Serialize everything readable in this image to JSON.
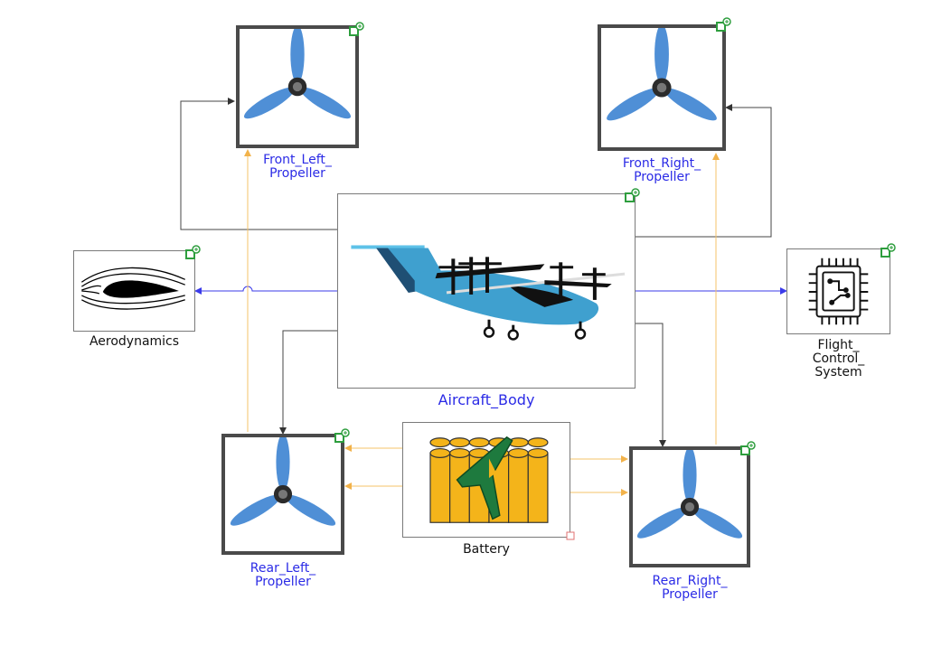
{
  "blocks": {
    "front_left_propeller": {
      "label": "Front_Left_\nPropeller"
    },
    "front_right_propeller": {
      "label": "Front_Right_\nPropeller"
    },
    "aerodynamics": {
      "label": "Aerodynamics"
    },
    "aircraft_body": {
      "label": "Aircraft_Body"
    },
    "flight_control_system": {
      "label": "Flight_\nControl_\nSystem"
    },
    "rear_left_propeller": {
      "label": "Rear_Left_\nPropeller"
    },
    "battery": {
      "label": "Battery"
    },
    "rear_right_propeller": {
      "label": "Rear_Right_\nPropeller"
    }
  },
  "colors": {
    "propeller_blade": "#4f8fd6",
    "mechanical_link": "#333333",
    "signal_link": "#3b3bea",
    "power_link": "#f5c36a",
    "battery_cell": "#f4b41a",
    "aircraft_body": "#3fa0cf",
    "block_label": "#2b2be6"
  },
  "icons": {
    "propeller": "three-blade-propeller-icon",
    "aerodynamics": "airfoil-streamlines-icon",
    "aircraft": "evtol-aircraft-icon",
    "flight_control": "circuit-chip-icon",
    "battery": "battery-pack-icon",
    "badge": "subsystem-link-icon"
  }
}
